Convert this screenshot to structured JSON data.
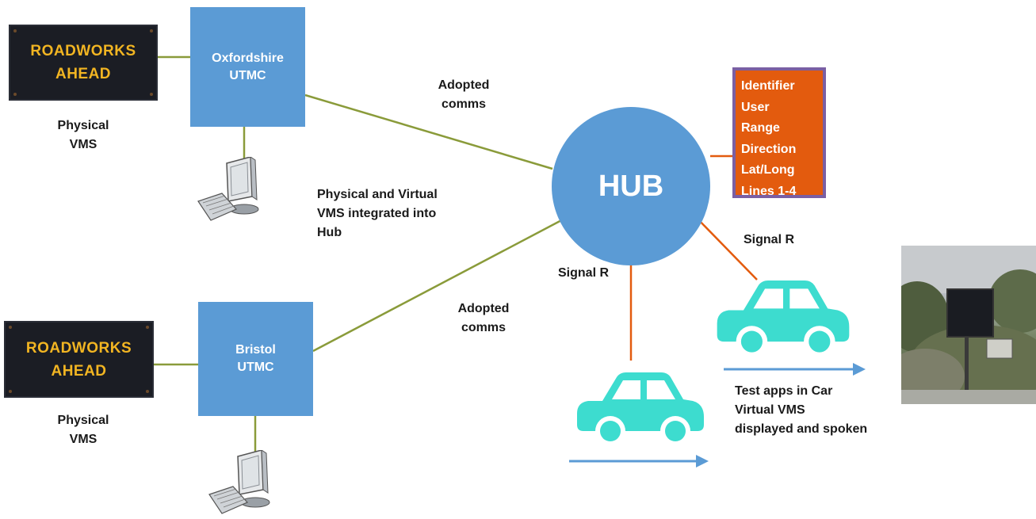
{
  "colors": {
    "utmc_box": "#5b9bd5",
    "hub": "#5b9bd5",
    "green_link": "#8a9b3a",
    "orange_link": "#e35b0e",
    "identifier_box": "#e35b0e",
    "identifier_border": "#7a5fa3",
    "car": "#3ddccf",
    "arrow": "#5b9bd5",
    "vms_text": "#f2b522"
  },
  "vms_top": {
    "line1": "ROADWORKS",
    "line2": "AHEAD",
    "caption1": "Physical",
    "caption2": "VMS"
  },
  "vms_bottom": {
    "line1": "ROADWORKS",
    "line2": "AHEAD",
    "caption1": "Physical",
    "caption2": "VMS"
  },
  "utmc_top": {
    "line1": "Oxfordshire",
    "line2": "UTMC"
  },
  "utmc_bottom": {
    "line1": "Bristol",
    "line2": "UTMC"
  },
  "labels": {
    "adopted_top_1": "Adopted",
    "adopted_top_2": "comms",
    "adopted_bottom_1": "Adopted",
    "adopted_bottom_2": "comms",
    "integrated_1": "Physical and Virtual",
    "integrated_2": "VMS integrated into",
    "integrated_3": "Hub",
    "signal_left": "Signal R",
    "signal_right": "Signal R",
    "test_1": "Test apps in Car",
    "test_2": "Virtual VMS",
    "test_3": "displayed and spoken"
  },
  "hub": {
    "label": "HUB"
  },
  "identifier_fields": [
    "Identifier",
    "User",
    "Range",
    "Direction",
    "Lat/Long",
    "Lines 1-4"
  ],
  "icons": [
    "computer-icon",
    "car-icon",
    "arrow-icon",
    "roadside-vms-photo"
  ]
}
